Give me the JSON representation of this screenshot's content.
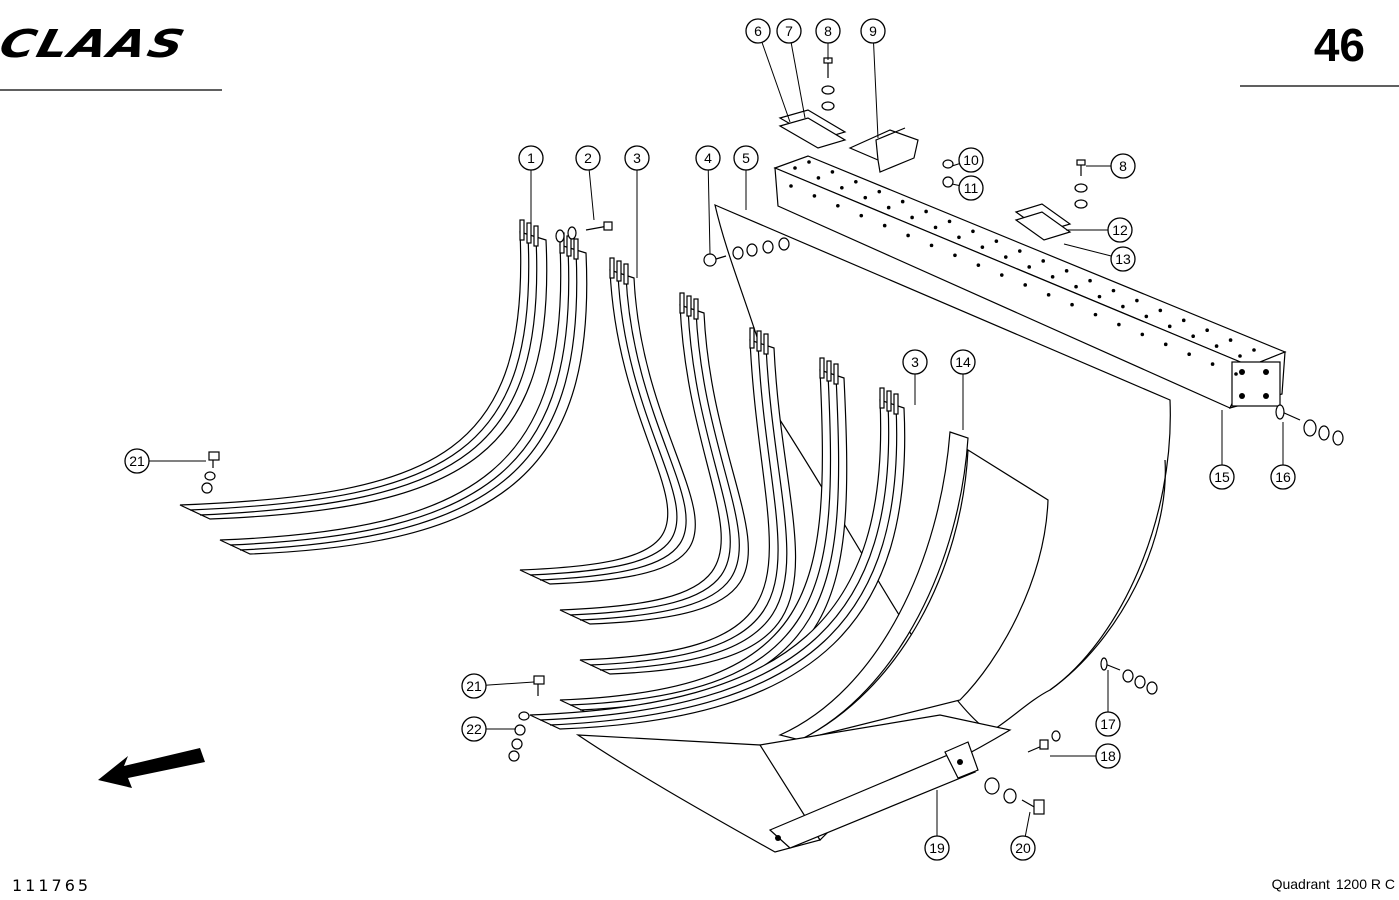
{
  "header": {
    "brand": "CLAAS",
    "page_number": "46"
  },
  "footer": {
    "drawing_number": "111765",
    "model_name": "Quadrant",
    "model_variant": "1200 R C"
  },
  "callouts": [
    {
      "id": "c6",
      "label": "6"
    },
    {
      "id": "c7",
      "label": "7"
    },
    {
      "id": "c8a",
      "label": "8"
    },
    {
      "id": "c9",
      "label": "9"
    },
    {
      "id": "c10",
      "label": "10"
    },
    {
      "id": "c11",
      "label": "11"
    },
    {
      "id": "c8b",
      "label": "8"
    },
    {
      "id": "c12",
      "label": "12"
    },
    {
      "id": "c13",
      "label": "13"
    },
    {
      "id": "c1",
      "label": "1"
    },
    {
      "id": "c2",
      "label": "2"
    },
    {
      "id": "c3a",
      "label": "3"
    },
    {
      "id": "c4",
      "label": "4"
    },
    {
      "id": "c5",
      "label": "5"
    },
    {
      "id": "c3b",
      "label": "3"
    },
    {
      "id": "c14",
      "label": "14"
    },
    {
      "id": "c15",
      "label": "15"
    },
    {
      "id": "c16",
      "label": "16"
    },
    {
      "id": "c21a",
      "label": "21"
    },
    {
      "id": "c21b",
      "label": "21"
    },
    {
      "id": "c22",
      "label": "22"
    },
    {
      "id": "c17",
      "label": "17"
    },
    {
      "id": "c18",
      "label": "18"
    },
    {
      "id": "c19",
      "label": "19"
    },
    {
      "id": "c20",
      "label": "20"
    }
  ]
}
